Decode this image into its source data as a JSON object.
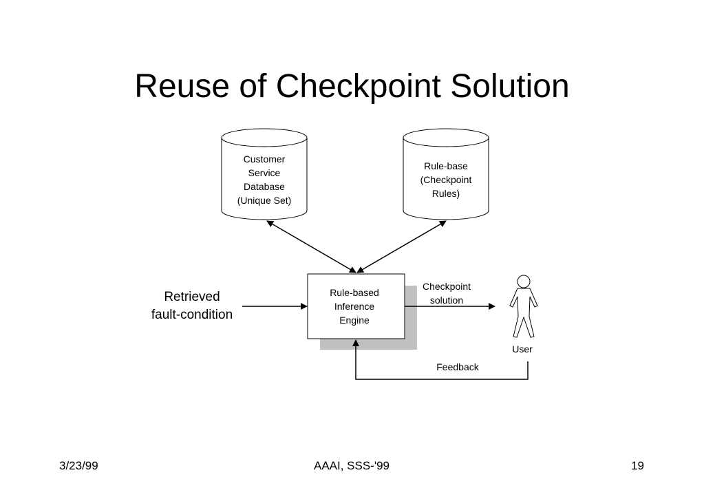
{
  "slide": {
    "title": "Reuse of Checkpoint Solution"
  },
  "diagram": {
    "customer_db": {
      "line1": "Customer",
      "line2": "Service",
      "line3": "Database",
      "line4": "(Unique Set)"
    },
    "rule_base": {
      "line1": "Rule-base",
      "line2": "(Checkpoint",
      "line3": "Rules)"
    },
    "engine": {
      "line1": "Rule-based",
      "line2": "Inference",
      "line3": "Engine"
    },
    "input": {
      "line1": "Retrieved",
      "line2": "fault-condition"
    },
    "output": {
      "line1": "Checkpoint",
      "line2": "solution"
    },
    "user_label": "User",
    "feedback_label": "Feedback"
  },
  "footer": {
    "date": "3/23/99",
    "event": "AAAI, SSS-'99",
    "page": "19"
  }
}
